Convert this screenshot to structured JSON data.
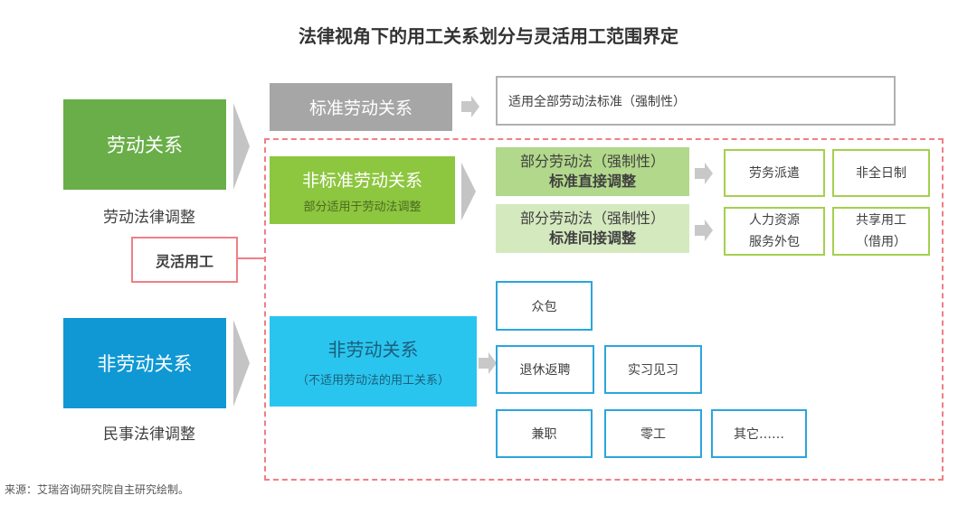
{
  "title": "法律视角下的用工关系划分与灵活用工范围界定",
  "left": {
    "labor": "劳动关系",
    "labor_sub": "劳动法律调整",
    "flexible": "灵活用工",
    "nonlabor": "非劳动关系",
    "nonlabor_sub": "民事法律调整"
  },
  "standard": {
    "label": "标准劳动关系",
    "desc": "适用全部劳动法标准（强制性）"
  },
  "nonstandard": {
    "label": "非标准劳动关系",
    "sub": "部分适用于劳动法调整",
    "direct": {
      "l1": "部分劳动法（强制性）",
      "l2": "标准直接调整"
    },
    "indirect": {
      "l1": "部分劳动法（强制性）",
      "l2": "标准间接调整"
    },
    "items": [
      "劳务派遣",
      "非全日制",
      "人力资源",
      "服务外包",
      "共享用工",
      "（借用）"
    ]
  },
  "nonlabor_rel": {
    "label": "非劳动关系",
    "sub": "（不适用劳动法的用工关系）",
    "items": [
      "众包",
      "退休返聘",
      "实习见习",
      "兼职",
      "零工",
      "其它……"
    ]
  },
  "source": "来源：艾瑞咨询研究院自主研究绘制。",
  "colors": {
    "green": "#69ae48",
    "lightgreen": "#8dc63f",
    "blue": "#0f98d4",
    "cyan": "#2ac5ef",
    "gray": "#a6a6a6",
    "pink": "#ef7f86"
  }
}
